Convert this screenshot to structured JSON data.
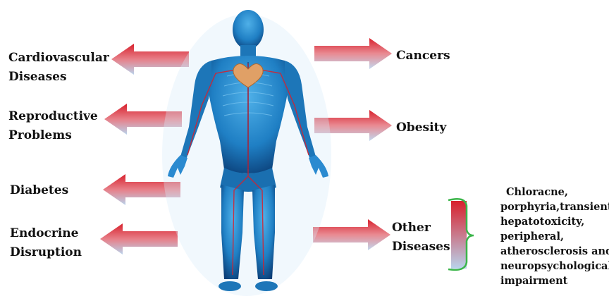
{
  "left_labels": [
    {
      "lines": [
        "Cardiovascular",
        "Diseases"
      ]
    },
    {
      "lines": [
        "Reproductive",
        "Problems"
      ]
    },
    {
      "lines": [
        "Diabetes"
      ]
    },
    {
      "lines": [
        "Endocrine",
        "Disruption"
      ]
    }
  ],
  "right_labels": [
    {
      "lines": [
        "Cancers"
      ]
    },
    {
      "lines": [
        "Obesity"
      ]
    },
    {
      "lines": [
        "Other",
        "Diseases"
      ]
    }
  ],
  "other_diseases_detail": {
    "lines": [
      "Chloracne,",
      "porphyria,transient",
      "hepatotoxicity,",
      "peripheral,",
      "atherosclerosis and",
      "neuropsychological",
      "impairment"
    ]
  },
  "colors": {
    "arrow_red": "#d8202c",
    "arrow_light": "#b9d3ec",
    "body_blue": "#1f7fc4",
    "body_dark": "#0b3f78",
    "bracket_green": "#3bb54a"
  }
}
